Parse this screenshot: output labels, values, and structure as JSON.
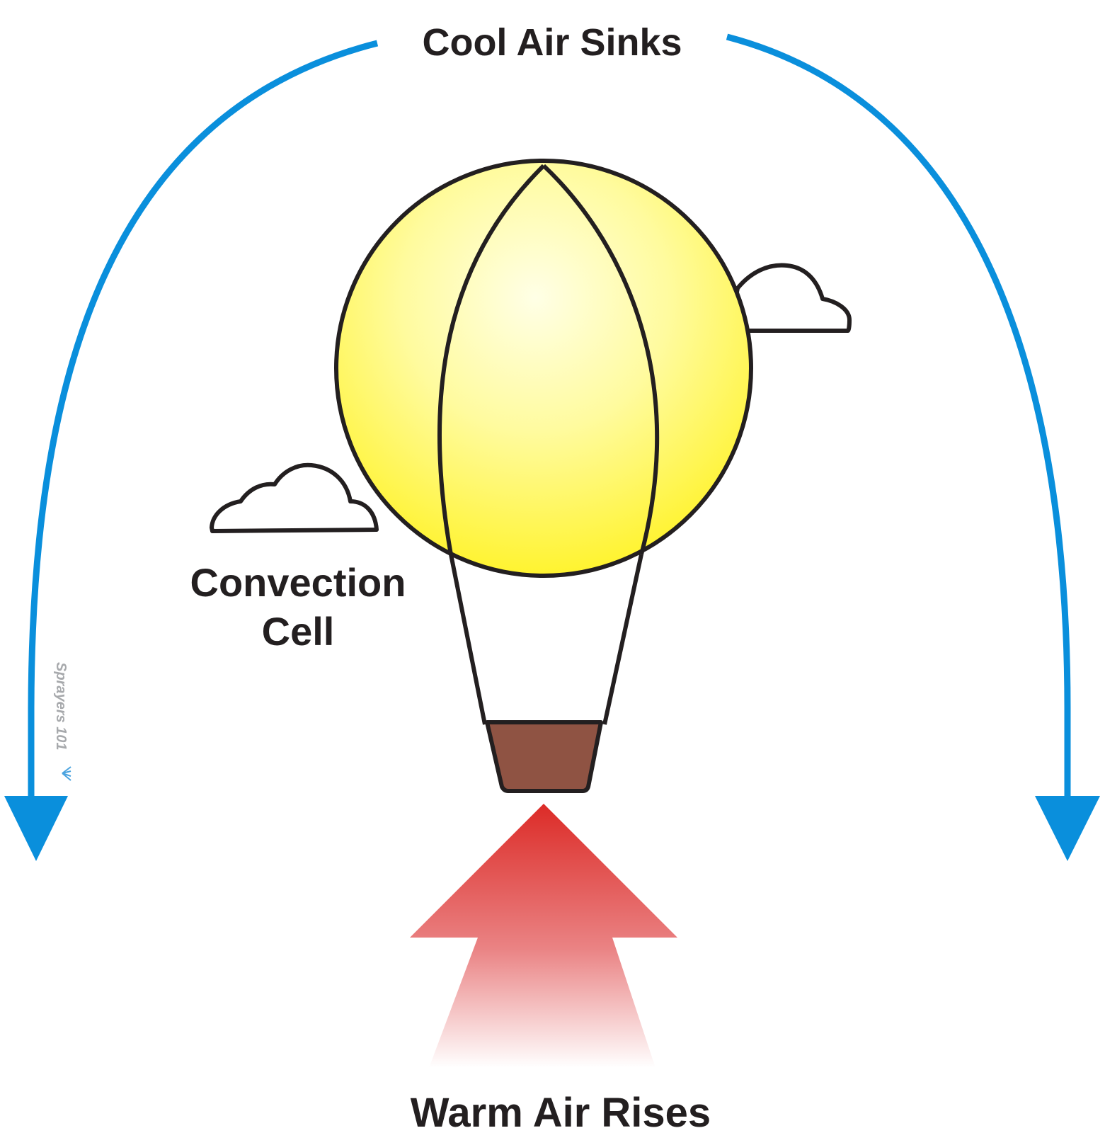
{
  "diagram": {
    "labels": {
      "top": "Cool Air Sinks",
      "center_line1": "Convection",
      "center_line2": "Cell",
      "bottom": "Warm Air Rises"
    },
    "watermark": "Sprayers 101",
    "colors": {
      "cool_arrow": "#0a8fdc",
      "warm_arrow_top": "#dc2b27",
      "warm_arrow_bottom": "#ffffff",
      "balloon_center": "#ffffe6",
      "balloon_edge": "#fff21f",
      "basket": "#8f5343",
      "outline": "#231f20",
      "cloud_fill": "#ffffff"
    },
    "icons": [
      "hot-air-balloon-icon",
      "cloud-icon",
      "cloud-icon",
      "arrow-down-icon",
      "arrow-up-icon"
    ]
  }
}
